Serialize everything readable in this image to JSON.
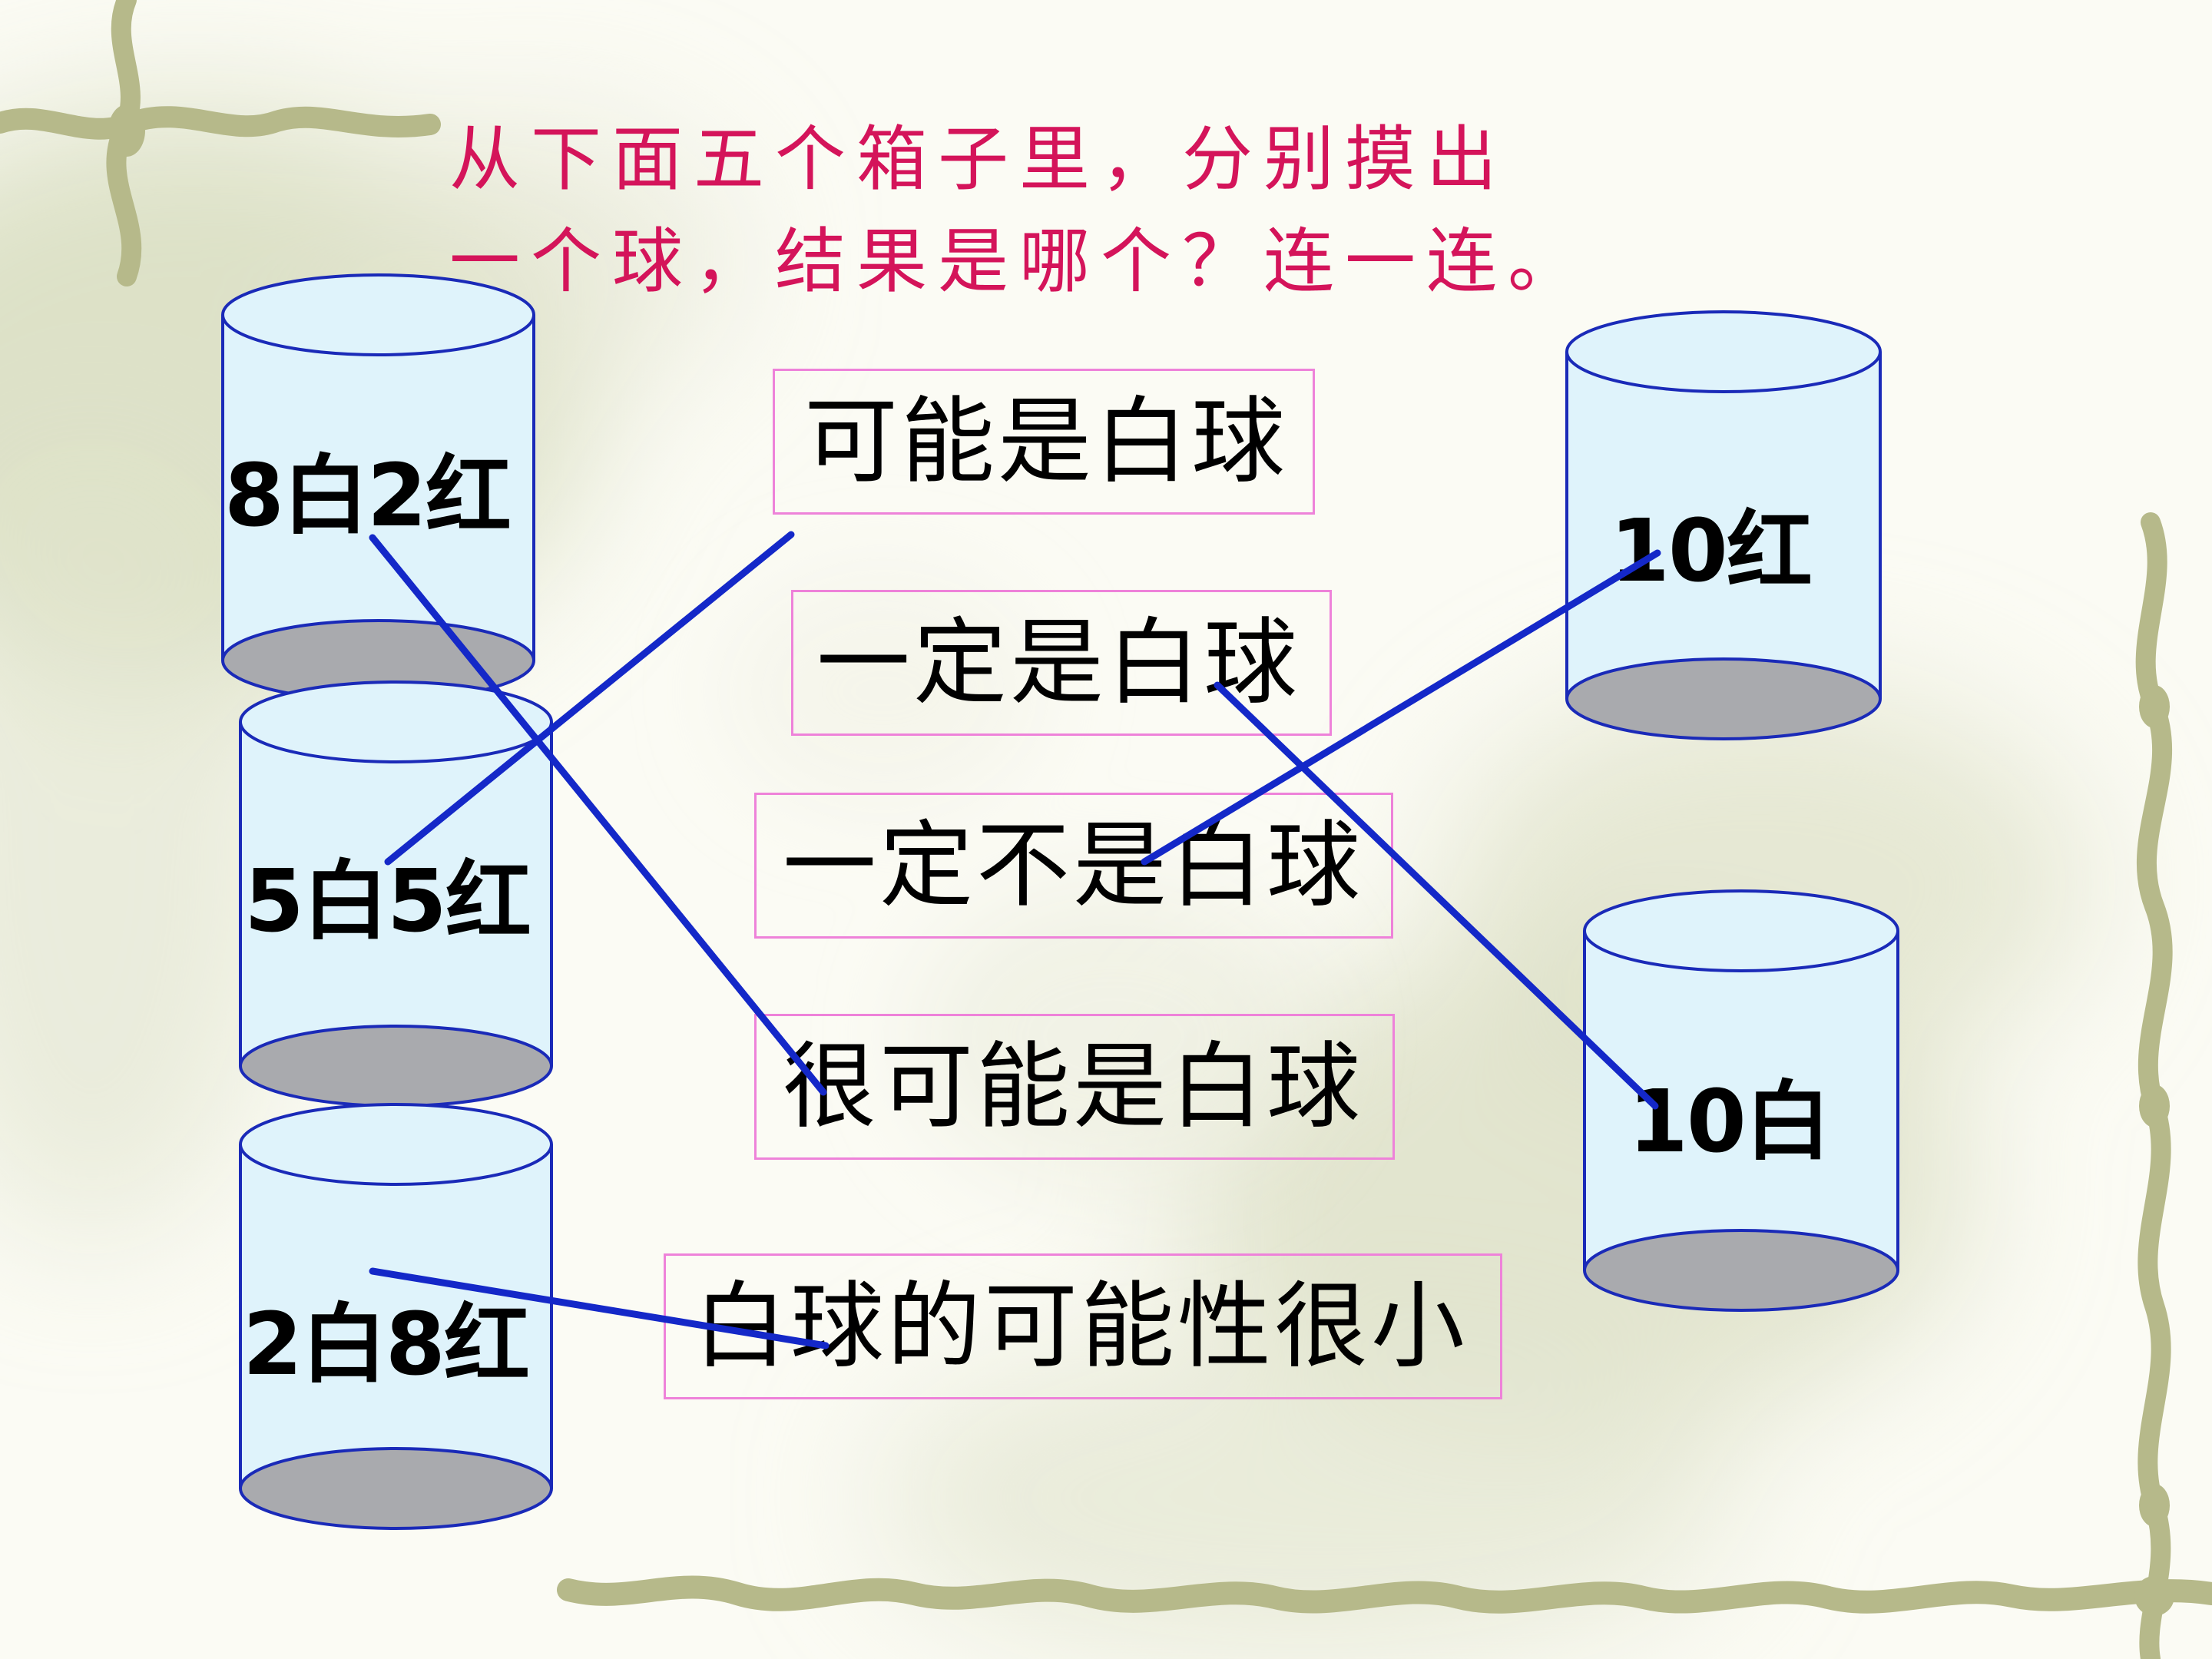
{
  "instruction": {
    "line1": "从下面五个箱子里，分别摸出",
    "line2": "一个球，结果是哪个？连一连。"
  },
  "outcomes": [
    {
      "text": "可能是白球"
    },
    {
      "text": "一定是白球"
    },
    {
      "text": "一定不是白球"
    },
    {
      "text": "很可能是白球"
    },
    {
      "text": "白球的可能性很小"
    }
  ],
  "boxes": [
    {
      "label": "8白2红"
    },
    {
      "label": "5白5红"
    },
    {
      "label": "2白8红"
    },
    {
      "label": "10红"
    },
    {
      "label": "10白"
    }
  ],
  "colors": {
    "title": "#d4145a",
    "link_line": "#1428c8",
    "box_border": "#ee82d9",
    "cylinder_fill": "#dff3fb",
    "cylinder_stroke": "#1a2ab8",
    "cylinder_base": "#a9aaae"
  }
}
